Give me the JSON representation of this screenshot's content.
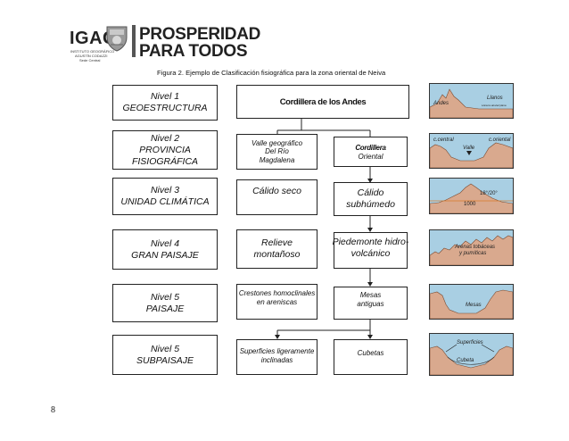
{
  "header": {
    "logo_igac": "IGAC",
    "logo_igac_sub": [
      "INSTITUTO GEOGRÁFICO",
      "AGUSTÍN CODAZZI",
      "Sede Central"
    ],
    "logo_prosperidad_1": "PROSPERIDAD",
    "logo_prosperidad_2": "PARA TODOS",
    "figure_caption": "Figura 2.  Ejemplo de Clasificación fisiográfica para la zona oriental de Neiva"
  },
  "levels": [
    {
      "title": "Nivel 1",
      "name": "GEOESTRUCTURA"
    },
    {
      "title": "Nivel 2",
      "name": "PROVINCIA",
      "name2": "FISIOGRÁFICA"
    },
    {
      "title": "Nivel 3",
      "name": "UNIDAD CLIMÁTICA"
    },
    {
      "title": "Nivel 4",
      "name": "GRAN PAISAJE"
    },
    {
      "title": "Nivel 5",
      "name": "PAISAJE"
    },
    {
      "title": "Nivel 5",
      "name": "SUBPAISAJE"
    }
  ],
  "cells": {
    "geoestructura": "Cordillera de los Andes",
    "provincia_left": [
      "Valle geográfico",
      "Del Río",
      "Magdalena"
    ],
    "provincia_right_1": "Cordillera",
    "provincia_right_2": "Oriental",
    "clima_left": "Cálido seco",
    "clima_right": [
      "Cálido",
      "subhúmedo"
    ],
    "gran_left": [
      "Relieve",
      "montañoso"
    ],
    "gran_right": [
      "Piedemonte hidro-",
      "volcánico"
    ],
    "paisaje_left": [
      "Crestones homoclinales",
      "en areniscas"
    ],
    "paisaje_right": [
      "Mesas",
      "antiguas"
    ],
    "sub_left": [
      "Superficies ligeramente",
      "inclinadas"
    ],
    "sub_right": "Cubetas"
  },
  "thumbs": {
    "t1_a": "Andes",
    "t1_b": "Llanos",
    "t1_c": "Llanura aluvial plana",
    "t2_a": "c.central",
    "t2_b": "c.oriental",
    "t2_c": "Valle",
    "t3_a": "18°/20°",
    "t3_b": "1000",
    "t4_a": "Arenas tobáceas",
    "t4_b": "y pumíticas",
    "t5_a": "Mesas",
    "t6_a": "Superficies",
    "t6_b": "Cubeta"
  },
  "footer": {
    "page_number": "8"
  },
  "colors": {
    "land": "#d9a98e",
    "sky": "#a9cfe3",
    "sea": "#6aa3c8",
    "orange": "#d97a2a"
  }
}
